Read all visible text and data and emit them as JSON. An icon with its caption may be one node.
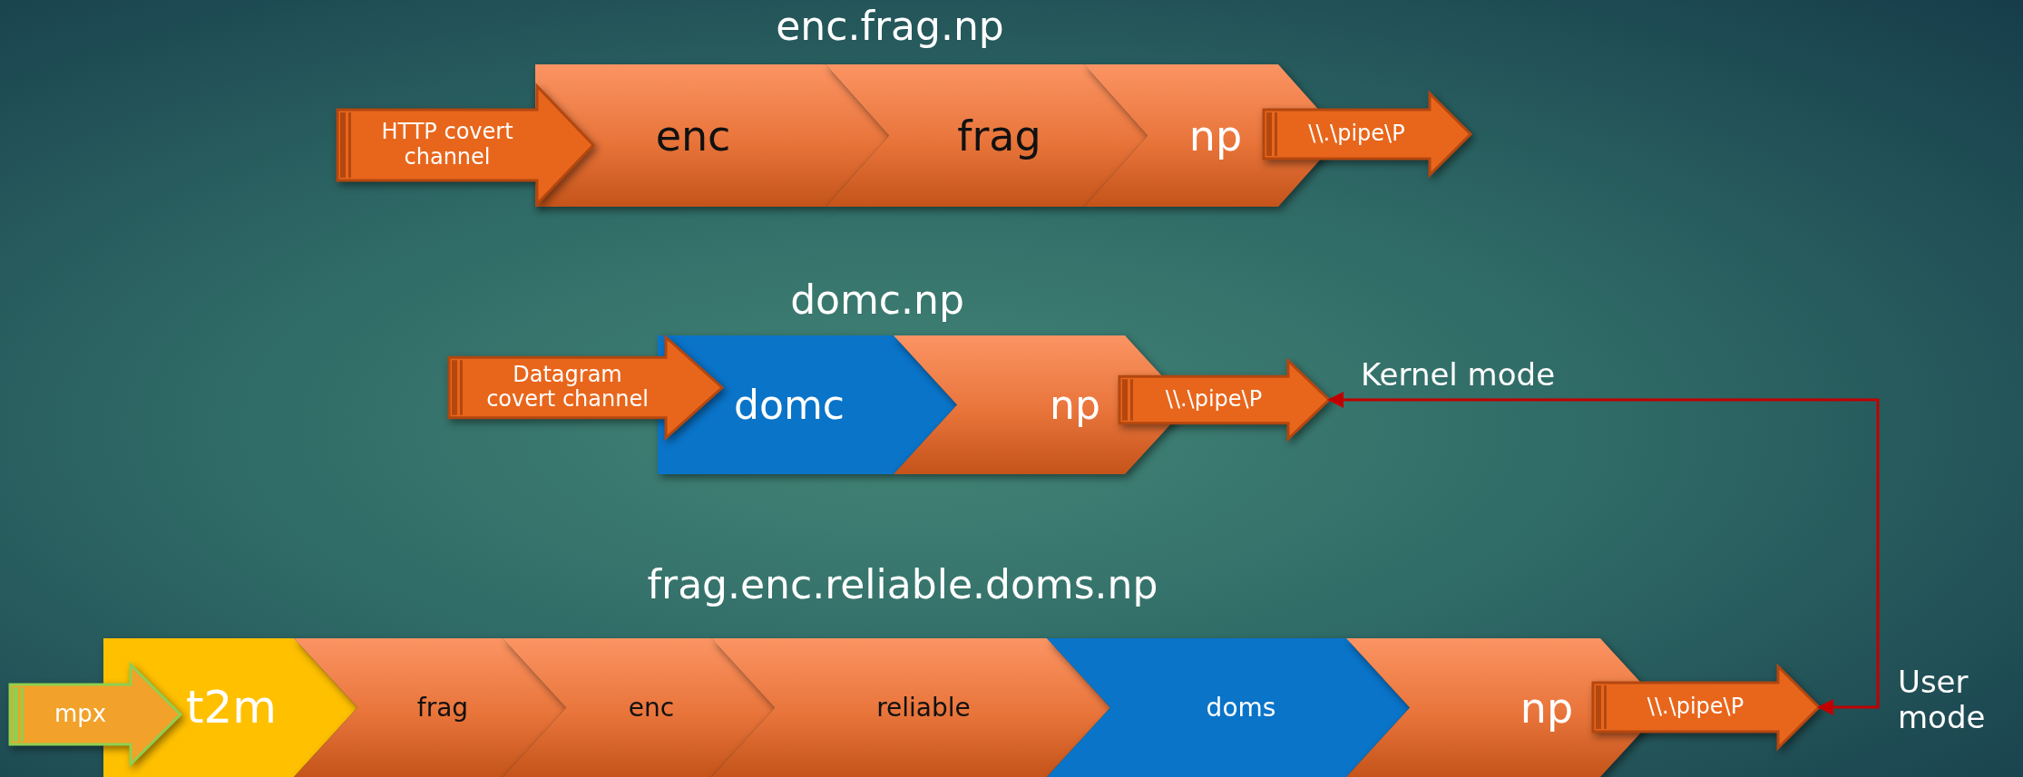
{
  "diagram": {
    "nodes": [
      {
        "text": [
          "HTTP covert channel"
        ]
      },
      {
        "text": [
          "enc"
        ]
      },
      {
        "text": [
          "frag"
        ]
      },
      {
        "text": [
          "np"
        ]
      },
      {
        "text": [
          "\\\\.\\pipe\\P"
        ]
      },
      {
        "text": [
          "Datagram covert channel"
        ]
      },
      {
        "text": [
          "domc"
        ]
      },
      {
        "text": [
          "np"
        ]
      },
      {
        "text": [
          "\\\\.\\pipe\\P"
        ]
      },
      {
        "text": [
          "mpx"
        ]
      },
      {
        "text": [
          "t2m"
        ]
      },
      {
        "text": [
          "frag"
        ]
      },
      {
        "text": [
          "enc"
        ]
      },
      {
        "text": [
          "reliable"
        ]
      },
      {
        "text": [
          "doms"
        ]
      },
      {
        "text": [
          "np"
        ]
      },
      {
        "text": [
          "\\\\.\\pipe\\P"
        ]
      }
    ],
    "edges": [
      {
        "from": 8,
        "to": 16,
        "arrow": "both",
        "color": "#c00000"
      }
    ],
    "labels": [
      "enc.frag.np",
      "domc.np",
      "Kernel mode",
      "frag.enc.reliable.doms.np",
      "User mode"
    ]
  }
}
